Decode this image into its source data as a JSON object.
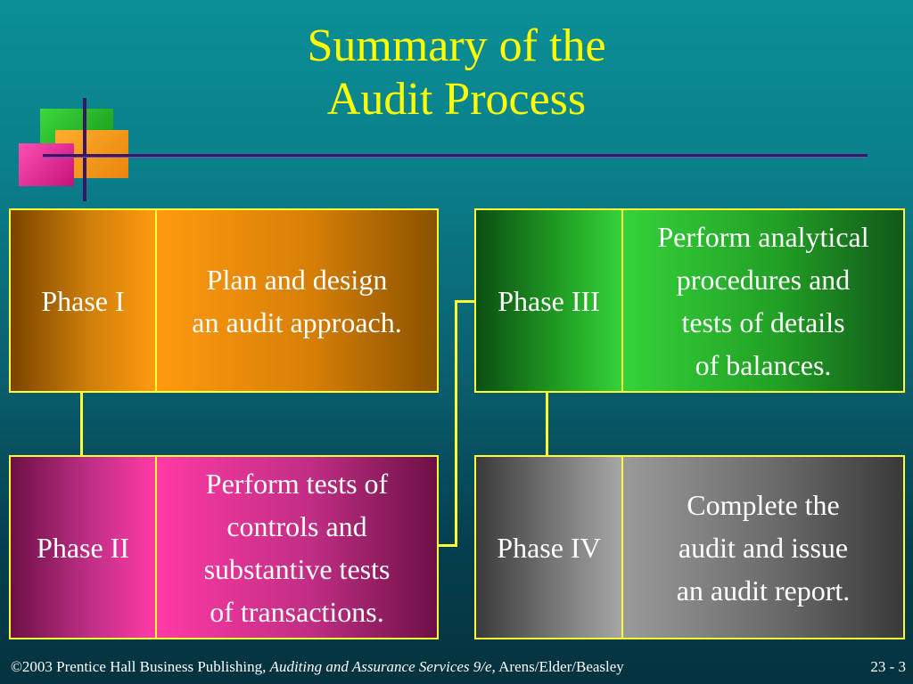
{
  "title": {
    "line1": "Summary of the",
    "line2": "Audit Process"
  },
  "phases": [
    {
      "label": "Phase I",
      "description": "Plan and design\nan audit approach."
    },
    {
      "label": "Phase II",
      "description": "Perform tests of\ncontrols and\nsubstantive tests\nof transactions."
    },
    {
      "label": "Phase III",
      "description": "Perform analytical\nprocedures and\ntests of details\nof balances."
    },
    {
      "label": "Phase IV",
      "description": "Complete the\naudit and issue\nan audit report."
    }
  ],
  "footer": {
    "copyright": "©2003 Prentice Hall Business Publishing, ",
    "book_title": "Auditing and Assurance Services 9/e,",
    "authors": " Arens/Elder/Beasley",
    "page_number": "23 - 3"
  },
  "colors": {
    "title": "#ffff00",
    "border": "#ffff33",
    "phase1": "#ff9a10",
    "phase2": "#ff3aa6",
    "phase3": "#35d23a",
    "phase4": "#8a8a8a"
  }
}
